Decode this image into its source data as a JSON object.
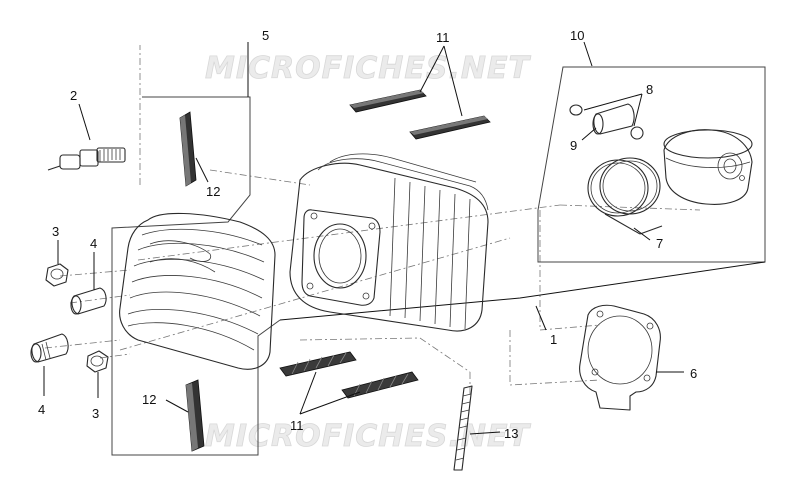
{
  "watermark": "MICROFICHES.NET",
  "callouts": {
    "c1": "1",
    "c2": "2",
    "c3_top": "3",
    "c3_bottom": "3",
    "c4_top": "4",
    "c4_bottom": "4",
    "c5": "5",
    "c6": "6",
    "c7": "7",
    "c8": "8",
    "c9": "9",
    "c10": "10",
    "c11_top": "11",
    "c11_bottom": "11",
    "c12_top": "12",
    "c12_bottom": "12",
    "c13": "13"
  }
}
